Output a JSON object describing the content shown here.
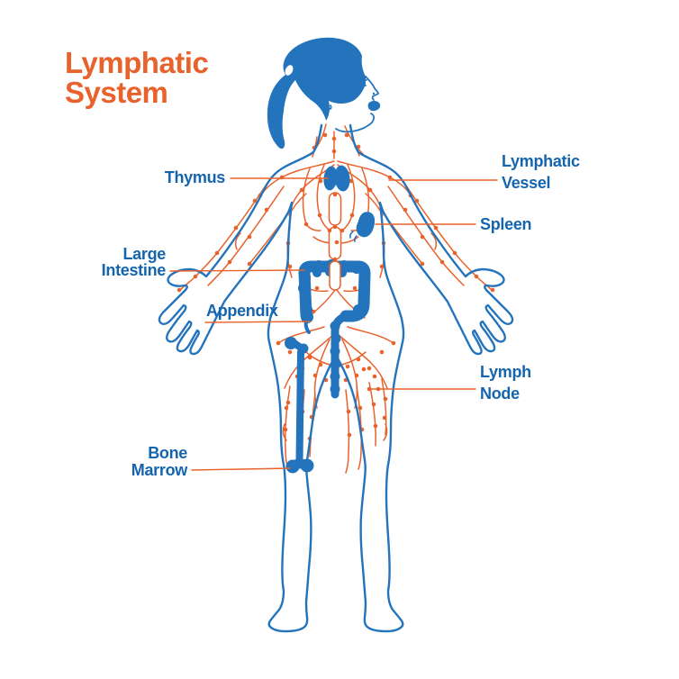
{
  "title": {
    "line1": "Lymphatic",
    "line2": "System"
  },
  "labels": {
    "thymus": "Thymus",
    "lymphatic_vessel_line1": "Lymphatic",
    "lymphatic_vessel_line2": "Vessel",
    "spleen": "Spleen",
    "large_intestine_line1": "Large",
    "large_intestine_line2": "Intestine",
    "appendix": "Appendix",
    "lymph_node_line1": "Lymph",
    "lymph_node_line2": "Node",
    "bone_marrow_line1": "Bone",
    "bone_marrow_line2": "Marrow"
  },
  "colors": {
    "accent_orange": "#E8622C",
    "label_blue": "#1565AE",
    "body_blue": "#2474BD",
    "background": "#FFFFFF"
  }
}
